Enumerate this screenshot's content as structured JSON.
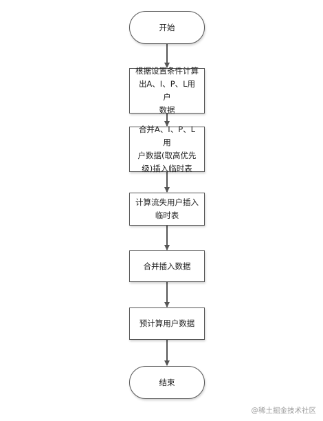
{
  "diagram": {
    "nodes": [
      {
        "id": "start",
        "text": "开始",
        "shape": "terminal"
      },
      {
        "id": "calc-users",
        "text": "根据设置条件计算\n出A、I、P、L用户\n数据",
        "shape": "process"
      },
      {
        "id": "merge-users",
        "text": "合并A、I、P、L用\n户数据(取高优先\n级)插入临时表",
        "shape": "process"
      },
      {
        "id": "churn-users",
        "text": "计算流失用户插入\n临时表",
        "shape": "process"
      },
      {
        "id": "merge-insert",
        "text": "合并插入数据",
        "shape": "process"
      },
      {
        "id": "pre-calc",
        "text": "预计算用户数据",
        "shape": "process"
      },
      {
        "id": "end",
        "text": "结束",
        "shape": "terminal"
      }
    ],
    "edges": [
      {
        "from": "start",
        "to": "calc-users"
      },
      {
        "from": "calc-users",
        "to": "merge-users"
      },
      {
        "from": "merge-users",
        "to": "churn-users"
      },
      {
        "from": "churn-users",
        "to": "merge-insert"
      },
      {
        "from": "merge-insert",
        "to": "pre-calc"
      },
      {
        "from": "pre-calc",
        "to": "end"
      }
    ],
    "colors": {
      "stroke": "#555555",
      "text": "#222222",
      "background": "#ffffff"
    }
  },
  "watermark": "@稀土掘金技术社区"
}
